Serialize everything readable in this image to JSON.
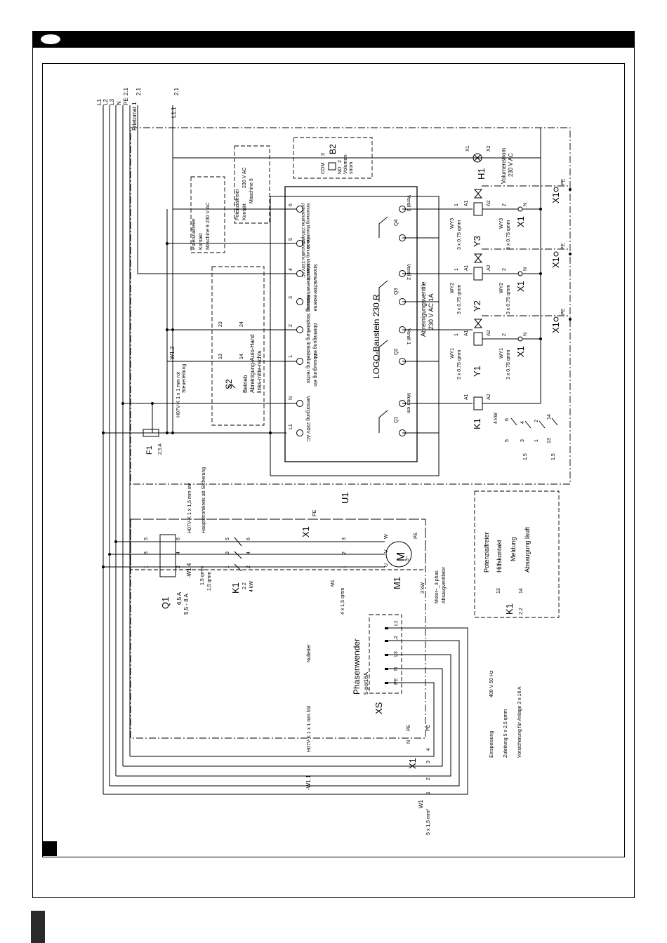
{
  "supply": {
    "lines": [
      "L1",
      "L2",
      "L3",
      "N",
      "PE"
    ],
    "ref_a": "2.1",
    "ref_b": "2.1",
    "ref_l11": "2.1",
    "l11_label": "L1.1",
    "frietomat": "Frietomat 1"
  },
  "fuse_f1": {
    "name": "F1",
    "rating": "2,5 A"
  },
  "control_cable": {
    "ref": "-W1.2",
    "spec": "H07V-K 1 x 1 mm rot",
    "purpose": "Steuerleitung"
  },
  "switch_s2": {
    "name": "S2",
    "pins": [
      "23",
      "24",
      "13",
      "14"
    ],
    "lines": [
      "Betrieb",
      "Abreinigung-Auto-Hand",
      "links-mitte-rechts"
    ]
  },
  "potfree_contacts": [
    {
      "l1": "Potenzialfreier",
      "l2": "Kontakt",
      "l3": "230 V AC",
      "l4": "Maschine 9"
    },
    {
      "l1": "Potenzialfreier",
      "l2": "Kontakt",
      "l3": "230 V AC",
      "l4": "Maschine 9"
    }
  ],
  "sensor_b2": {
    "name": "B2",
    "com": "COM",
    "no": "NO",
    "pin_a": "3",
    "pin_b": "2",
    "desc1": "Volumen-",
    "desc2": "strom"
  },
  "lamp_h1": {
    "name": "H1",
    "x1": "X1",
    "x2": "X2",
    "desc1": "Volumenstrom",
    "desc2": "230 V AC"
  },
  "logo": {
    "title": "LOGO-Baustein 230 R",
    "subtitle1": "Abreinigungsventile",
    "subtitle2": "230 V AC 1A",
    "inputs": [
      {
        "pin": "L1",
        "label": "Versorgung 230V AC"
      },
      {
        "pin": "N",
        "label": ""
      },
      {
        "pin": "1",
        "label": "Absaugung ein",
        "label2": "Stellung rechts"
      },
      {
        "pin": "2",
        "label": "Abreinigung ein",
        "label2": "Stellung links"
      },
      {
        "pin": "3",
        "label": "Störung Stop",
        "label2": "externe"
      },
      {
        "pin": "4",
        "label": "Maschinenerkennung",
        "label2": "Stromwächter"
      },
      {
        "pin": "5",
        "label": "Erkennung Maschine 9",
        "label2": "potenzialfrei 230V AC"
      },
      {
        "pin": "6",
        "label": "Erkennung Maschine 10",
        "label2": "potenzialfrei 230V AC"
      }
    ],
    "outputs": [
      {
        "relay": "Q1",
        "label": "Motor ein"
      },
      {
        "relay": "Q2",
        "label": "Ventil 1"
      },
      {
        "relay": "Q3",
        "label": "Ventil 2"
      },
      {
        "relay": "Q4",
        "label": "Ventil 3"
      }
    ]
  },
  "contactor_k1": {
    "name": "K1",
    "coil_a1": "A1",
    "coil_a2": "A2",
    "power": "4 kW",
    "pins": [
      "5",
      "6",
      "3",
      "4",
      "1",
      "2",
      "13",
      "14"
    ],
    "wire_a": "1,5",
    "wire_b": "1,5"
  },
  "valves": [
    {
      "name": "Y1",
      "cable": "WY1",
      "spec": "3 x 0,75 qmm",
      "a1": "A1",
      "a2": "A2",
      "p1": "1",
      "p2": "2",
      "terminal": "X1",
      "n": "N",
      "pe": "PE"
    },
    {
      "name": "Y2",
      "cable": "WY2",
      "spec": "3 x 0,75 qmm",
      "a1": "A1",
      "a2": "A2",
      "p1": "1",
      "p2": "2",
      "terminal": "X1",
      "n": "N",
      "pe": "PE"
    },
    {
      "name": "Y3",
      "cable": "WY3",
      "spec": "3 x 0,75 qmm",
      "a1": "A1",
      "a2": "A2",
      "p1": "1",
      "p2": "2",
      "terminal": "X1",
      "n": "N",
      "pe": "PE"
    }
  ],
  "breaker_q1": {
    "name": "Q1",
    "rating1": "6,5 A",
    "rating2": "5,5 - 8 A",
    "pins": [
      "5",
      "6",
      "3",
      "4",
      "1",
      "2"
    ]
  },
  "main_cable": {
    "ref": "-W1.4",
    "spec1": "H07V-K 1 x 1,5 mm sw",
    "spec2": "Hauptstromkreis ab Sicherung",
    "wire1": "1,5 qmm",
    "wire2": "1,5 qmm"
  },
  "k1_main": {
    "name": "K1",
    "s1": "2.2",
    "s2": "4 kW"
  },
  "motor": {
    "terminal": "X1",
    "pe": "PE",
    "u1": "U1",
    "pe2": "PE",
    "name": "M1",
    "symbol": "M",
    "phase": "3~",
    "u": "U",
    "v": "V",
    "w": "W",
    "cable": "M1",
    "cable_spec": "4 x 1,5 qmm",
    "power": "3 kW",
    "type": "Motor~_3 phas",
    "desc": "Absaugventilator",
    "pins": [
      "1",
      "2",
      "3"
    ]
  },
  "aux_box": {
    "l1": "Potenzialfreier",
    "l2": "Hilfskontakt",
    "l3": "Meldung",
    "l4": "Absaugung läuft",
    "k1": "K1",
    "k1_ref": "2.2",
    "p13": "13",
    "p14": "14"
  },
  "phasewender": {
    "name": "Phasenwender",
    "spec": "5-pol16A",
    "xs": "XS",
    "pins": [
      "L1",
      "L2",
      "L3",
      "N",
      "PE"
    ],
    "nulleiter": "Nulleiter"
  },
  "feed": {
    "w11": "-W1.1",
    "w11_spec": "H07V-K 1 x 1 mm hbl",
    "x1": "X1",
    "x1_pins": [
      "1",
      "2",
      "3",
      "4",
      "N",
      "PE"
    ],
    "pe": "PE",
    "w1": "W1",
    "w1_spec": "5 x 1,5 mm²",
    "einspeisung": "Einspeisung",
    "einspeisung_val": "400 V 50 Hz",
    "zuleitung": "Zuleitung 5 x 2,5 qmm",
    "sicherung": "Vorsicherung für Anlage 3 x 16 A"
  },
  "wire_size": "1,5",
  "k1_coil_pins": [
    "5",
    "6",
    "3",
    "4",
    "1",
    "2",
    "13",
    "14"
  ]
}
